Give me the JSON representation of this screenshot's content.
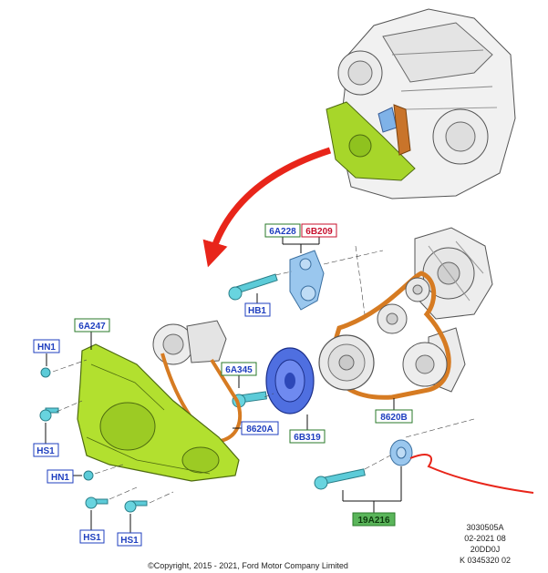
{
  "labels": {
    "hn1_top": "HN1",
    "hs1_left": "HS1",
    "hn1_bottom": "HN1",
    "hs1_bottom_a": "HS1",
    "hs1_bottom_b": "HS1",
    "cover": "6A247",
    "hb1": "HB1",
    "idler_a": "6A228",
    "idler_b": "6B209",
    "pulley_bolt": "6A345",
    "belt_small": "8620A",
    "crank_pulley": "6B319",
    "belt_main": "8620B",
    "tensioner_kit": "19A216"
  },
  "label_colors": {
    "blue": "#1f3fbf",
    "green": "#2a7a2a",
    "red": "#c8102e"
  },
  "doc_info": {
    "line1": "3030505A",
    "line2": "02-2021 08",
    "line3": "20DD0J",
    "line4": "K 0345320 02"
  },
  "copyright": "©Copyright, 2015 - 2021, Ford Motor Company Limited"
}
